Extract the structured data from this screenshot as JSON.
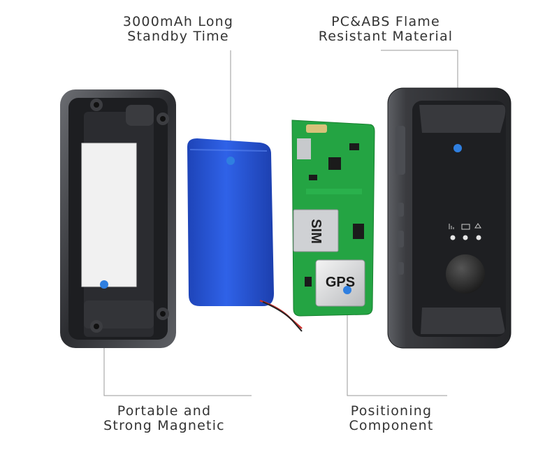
{
  "callouts": {
    "battery": {
      "line1": "3000mAh Long",
      "line2": "Standby Time"
    },
    "material": {
      "line1": "PC&ABS Flame",
      "line2": "Resistant Material"
    },
    "magnetic": {
      "line1": "Portable and",
      "line2": "Strong Magnetic"
    },
    "positioning": {
      "line1": "Positioning",
      "line2": "Component"
    }
  },
  "board_labels": {
    "sim": "SIM",
    "gps": "GPS"
  },
  "colors": {
    "marker": "#2f7fe0",
    "leader": "#9a9a9a",
    "battery": "#2a57d6",
    "pcb": "#23a240",
    "housing": "#2a2b2e"
  }
}
